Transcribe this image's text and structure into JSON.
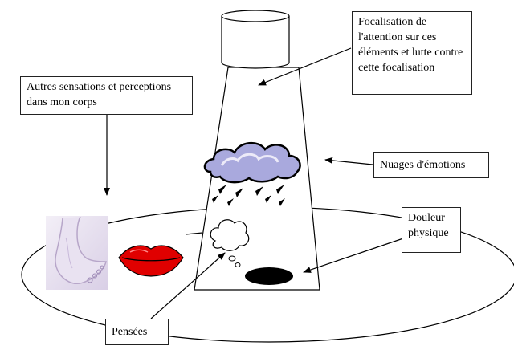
{
  "labels": {
    "focus": "Focalisation de l'attention sur ces éléments et lutte contre cette focalisation",
    "other_sensations": "Autres sensations et perceptions dans mon corps",
    "emotion_clouds": "Nuages d'émotions",
    "physical_pain": "Douleur physique",
    "thoughts": "Pensées"
  },
  "colors": {
    "outline": "#000000",
    "cloud_fill": "#a9a9dd",
    "cloud_highlight": "#eceaf8",
    "lips": "#e00000",
    "foot": "#b7a6c9",
    "pain_blob": "#000000"
  },
  "icons": [
    "spotlight-projector-icon",
    "storm-cloud-icon",
    "thought-bubble-icon",
    "lips-icon",
    "foot-icon",
    "pain-blob-icon"
  ]
}
